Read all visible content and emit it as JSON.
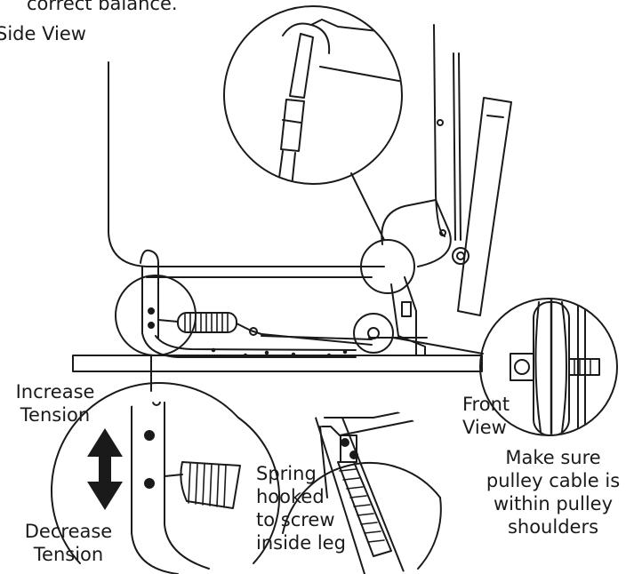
{
  "text": {
    "top_note": "correct balance.",
    "side_view": "Side View",
    "increase_tension": [
      "Increase",
      "Tension"
    ],
    "decrease_tension": [
      "Decrease",
      "Tension"
    ],
    "front_view": [
      "Front",
      "View"
    ],
    "pulley_note": [
      "Make sure",
      "pulley cable is",
      "within pulley",
      "shoulders"
    ],
    "spring_note": [
      "Spring",
      "hooked",
      "to screw",
      "inside leg"
    ]
  },
  "colors": {
    "line": "#1a1a1a",
    "fill_gray": "#cfcfcf"
  }
}
